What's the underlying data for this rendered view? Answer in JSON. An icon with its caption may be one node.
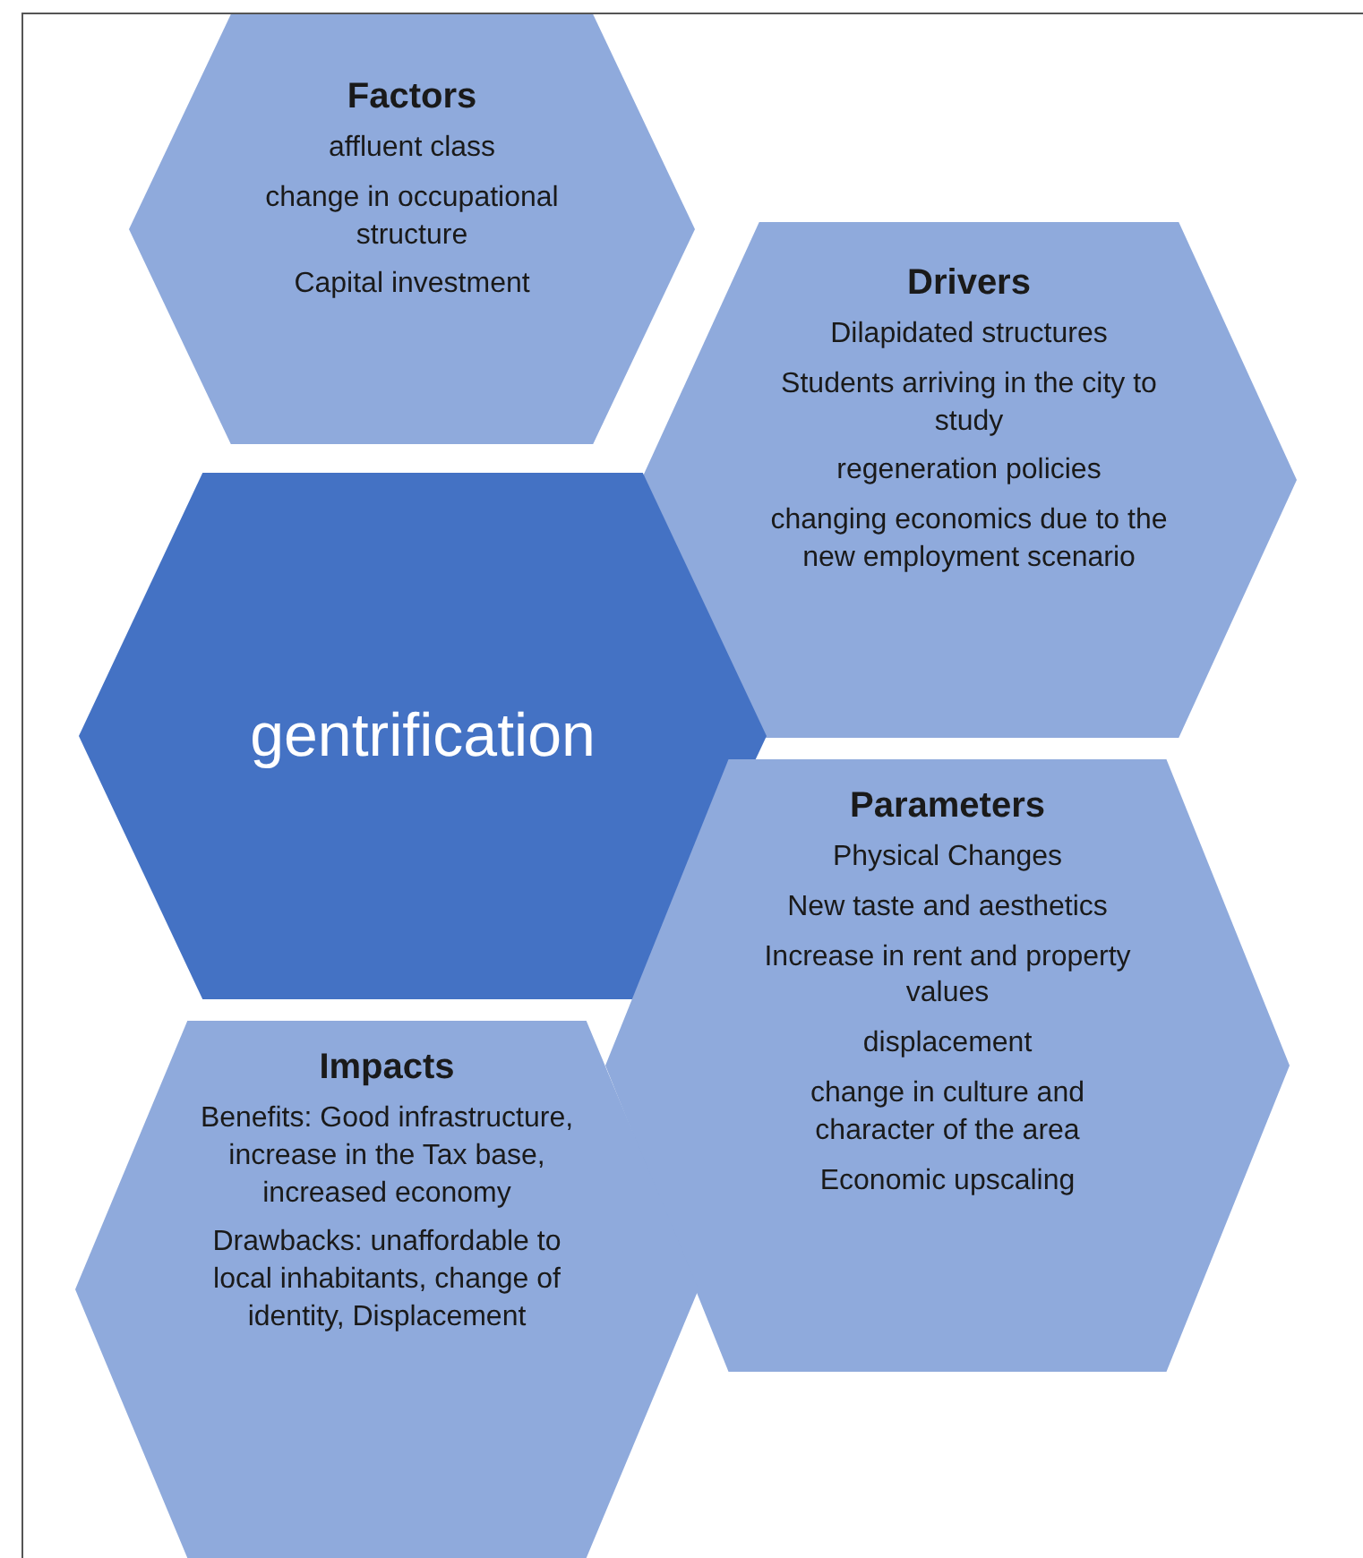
{
  "diagram": {
    "nodes": [
      {
        "text": [
          "Factors",
          "affluent class",
          "change in occupational structure",
          "Capital investment"
        ]
      },
      {
        "text": [
          "Drivers",
          "Dilapidated structures",
          "Students arriving in the city to study",
          "regeneration policies",
          "changing economics due to the new employment scenario"
        ]
      },
      {
        "text": [
          "gentrification"
        ]
      },
      {
        "text": [
          "Parameters",
          "Physical Changes",
          "New taste and aesthetics",
          "Increase in rent and property values",
          "displacement",
          "change in culture and character of the area",
          "Economic upscaling"
        ]
      },
      {
        "text": [
          "Impacts",
          "Benefits: Good infrastructure, increase in the Tax base, increased economy",
          "Drawbacks: unaffordable to local inhabitants, change of identity, Displacement"
        ]
      }
    ]
  }
}
